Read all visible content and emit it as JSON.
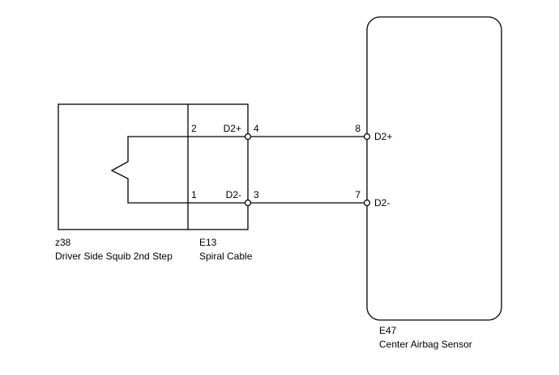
{
  "squib": {
    "code": "z38",
    "name": "Driver Side Squib 2nd Step",
    "pin_top": "2",
    "pin_bottom": "1"
  },
  "spiral_cable": {
    "code": "E13",
    "name": "Spiral Cable",
    "signal_top": "D2+",
    "signal_bottom": "D2-",
    "pin_top": "4",
    "pin_bottom": "3"
  },
  "airbag_sensor": {
    "code": "E47",
    "name": "Center Airbag Sensor",
    "pin_top": "8",
    "pin_bottom": "7",
    "signal_top": "D2+",
    "signal_bottom": "D2-"
  }
}
